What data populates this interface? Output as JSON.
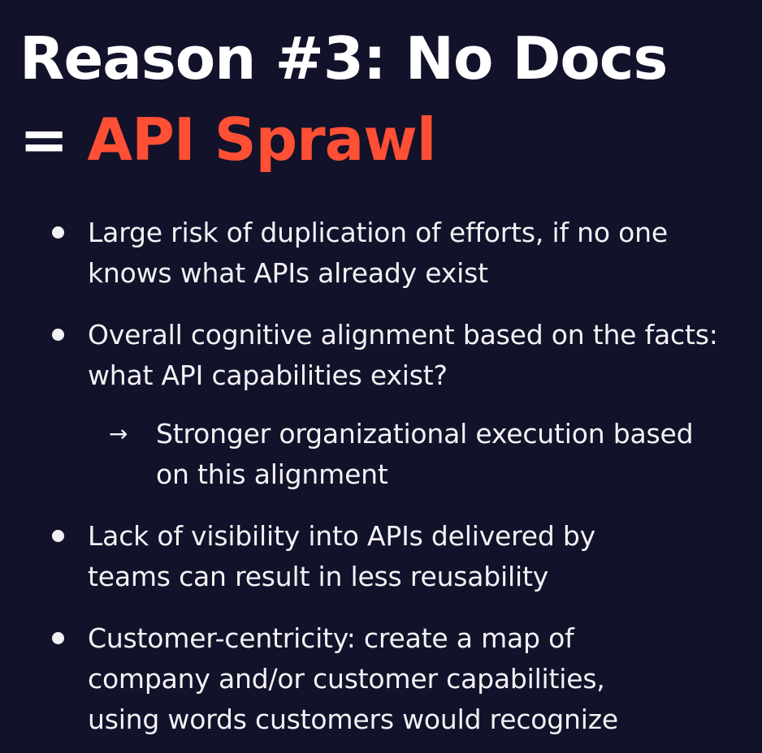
{
  "title": {
    "line1": "Reason #3: No Docs",
    "line2_prefix": "= ",
    "line2_accent": "API Sprawl",
    "accent_color": "#ff4f35"
  },
  "bullets": [
    {
      "lines": [
        "Large risk of duplication of efforts, if no one",
        "knows what APIs already exist"
      ]
    },
    {
      "lines": [
        "Overall cognitive alignment based on the facts:",
        "what API capabilities exist?"
      ],
      "sub": {
        "icon": "arrow-right-icon",
        "arrow": "→",
        "lines": [
          "Stronger organizational execution based",
          "on this alignment"
        ]
      }
    },
    {
      "lines": [
        "Lack of visibility into APIs delivered by",
        "teams can result in less reusability"
      ]
    },
    {
      "lines": [
        "Customer-centricity: create a map of",
        "company and/or customer capabilities,",
        "using words customers would recognize"
      ]
    }
  ],
  "colors": {
    "background": "#12122a",
    "text": "#f2f2f5",
    "title": "#ffffff"
  }
}
